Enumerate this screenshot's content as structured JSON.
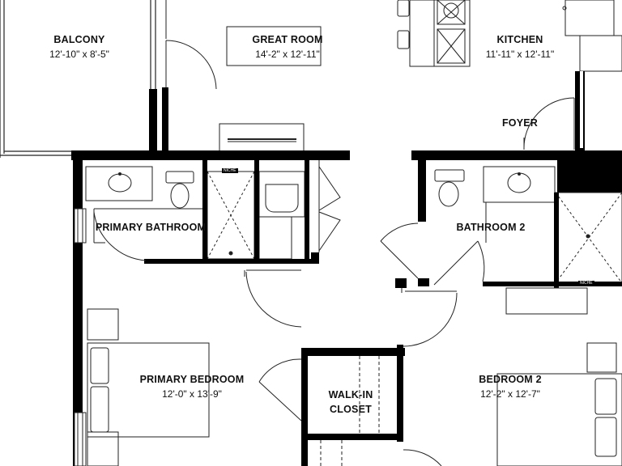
{
  "rooms": {
    "balcony": {
      "name": "BALCONY",
      "dims": "12'-10\" x 8'-5\""
    },
    "great_room": {
      "name": "GREAT ROOM",
      "dims": "14'-2\" x 12'-11\""
    },
    "kitchen": {
      "name": "KITCHEN",
      "dims": "11'-11\" x 12'-11\""
    },
    "foyer": {
      "name": "FOYER"
    },
    "primary_bathroom": {
      "name": "PRIMARY BATHROOM"
    },
    "bathroom_2": {
      "name": "BATHROOM 2"
    },
    "primary_bedroom": {
      "name": "PRIMARY BEDROOM",
      "dims": "12'-0\" x 13'-9\""
    },
    "walk_in_closet": {
      "name": "WALK-IN CLOSET"
    },
    "bedroom_2": {
      "name": "BEDROOM 2",
      "dims": "12'-2\" x 12'-7\""
    }
  },
  "tags": {
    "niche": "NICHE"
  },
  "colors": {
    "wall": "#000000",
    "line": "#222222",
    "background": "#ffffff"
  }
}
